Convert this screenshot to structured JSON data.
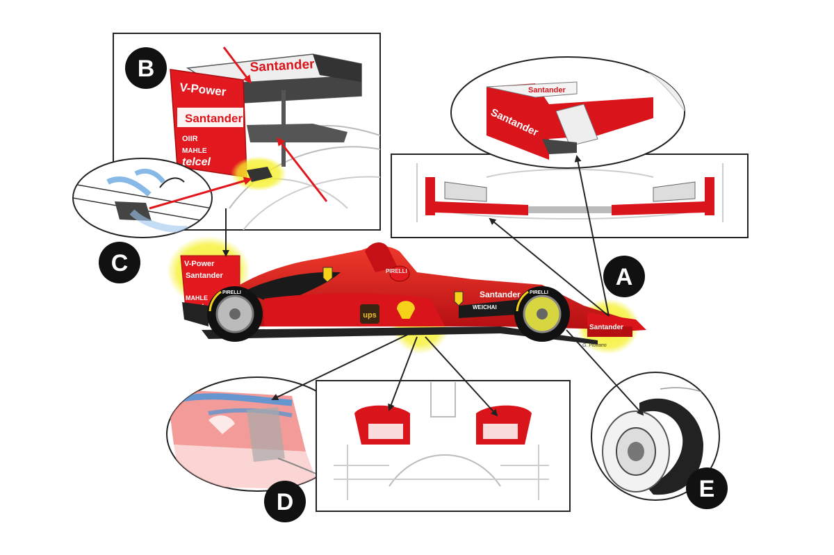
{
  "callouts": {
    "a": "A",
    "b": "B",
    "c": "C",
    "d": "D",
    "e": "E"
  },
  "sponsors": {
    "vpower": "V-Power",
    "santander": "Santander",
    "mahle": "MAHLE",
    "telcel": "telcel",
    "ups": "ups",
    "pirelli": "PIRELLI",
    "weichai": "WEICHAI",
    "oilr": "OIIR"
  },
  "credit": "G. Piovano",
  "colors": {
    "ferrari_red": "#d9141a",
    "highlight_yellow": "#f6f02a",
    "badge_black": "#111111",
    "airflow_blue": "#6aa8e0"
  }
}
